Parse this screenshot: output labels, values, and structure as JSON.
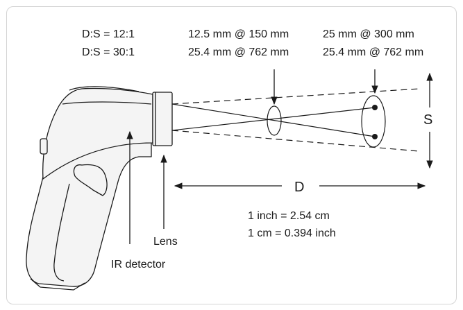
{
  "specs": {
    "ratio_1": "D:S = 12:1",
    "ratio_2": "D:S = 30:1",
    "near_1": "12.5 mm @ 150 mm",
    "near_2": "25.4 mm @ 762 mm",
    "far_1": "25 mm @ 300 mm",
    "far_2": "25.4 mm @ 762 mm"
  },
  "dimensions": {
    "distance_label": "D",
    "spot_label": "S"
  },
  "conversions": {
    "inch_to_cm": "1 inch = 2.54 cm",
    "cm_to_inch": "1 cm = 0.394 inch"
  },
  "parts": {
    "lens": "Lens",
    "detector": "IR detector"
  },
  "colors": {
    "line": "#1a1a1a",
    "body_fill": "#f4f4f4",
    "frame_border": "#d4d4d4"
  }
}
